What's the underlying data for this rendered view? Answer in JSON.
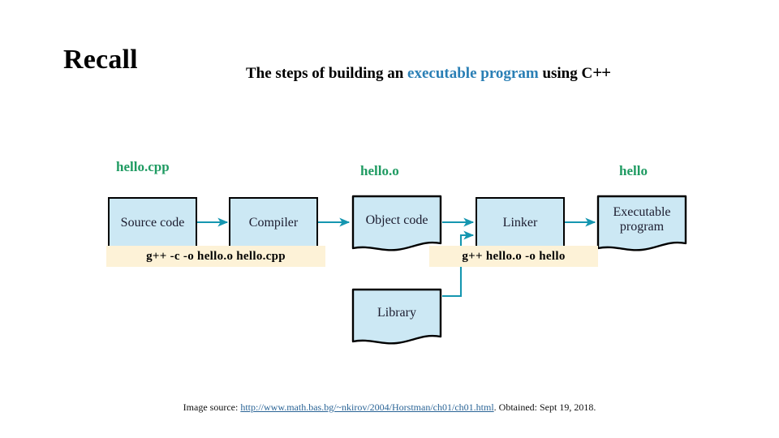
{
  "slide": {
    "title": "Recall",
    "subtitle": {
      "lead": "The steps of building an ",
      "accent": "executable program",
      "trail": " using C",
      "plus": "++"
    }
  },
  "file_labels": [
    {
      "name": "source-file-label",
      "text": "hello.cpp"
    },
    {
      "name": "object-file-label",
      "text": "hello.o"
    },
    {
      "name": "executable-file-label",
      "text": "hello"
    }
  ],
  "diagram": {
    "nodes": [
      {
        "id": "source-code",
        "label": "Source code",
        "shape": "rect"
      },
      {
        "id": "compiler",
        "label": "Compiler",
        "shape": "rect"
      },
      {
        "id": "object-code",
        "label": "Object code",
        "shape": "doc"
      },
      {
        "id": "linker",
        "label": "Linker",
        "shape": "rect"
      },
      {
        "id": "executable-program",
        "label_line1": "Executable",
        "label_line2": "program",
        "shape": "doc"
      },
      {
        "id": "library",
        "label": "Library",
        "shape": "doc"
      }
    ],
    "colors": {
      "node_fill": "#cce8f4",
      "node_border": "#000000",
      "arrow": "#1596b0",
      "command_bg": "#fdf2d7",
      "file_label": "#1f9b62",
      "accent_text": "#2a7fb5"
    }
  },
  "commands": [
    {
      "id": "compile-command",
      "text": "g++ -c -o hello.o hello.cpp"
    },
    {
      "id": "link-command",
      "text": "g++ hello.o -o hello"
    }
  ],
  "footer": {
    "prefix": "Image source: ",
    "url": "http://www.math.bas.bg/~nkirov/2004/Horstman/ch01/ch01.html",
    "suffix": ". Obtained: Sept 19, 2018."
  }
}
